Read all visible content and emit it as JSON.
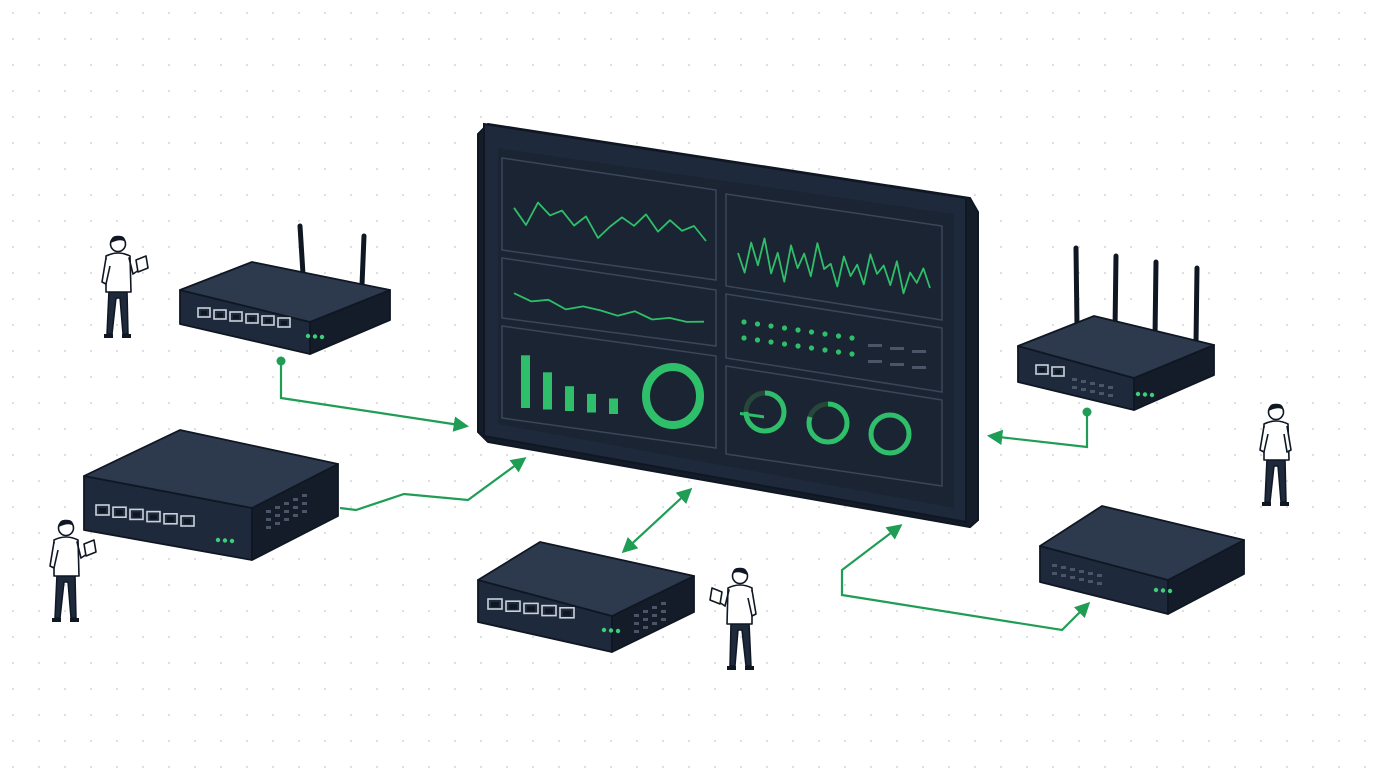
{
  "colors": {
    "background": "#ffffff",
    "dot_grid": "#dcdfe2",
    "device_top": "#2d3a4e",
    "device_front": "#1e293b",
    "device_side": "#141c2a",
    "outline": "#0f1723",
    "screen_bg": "#1b2432",
    "accent_green": "#1f9d55",
    "chart_green": "#2fbf6b",
    "port": "#c9d1da",
    "led": "#3ccf7a"
  },
  "diagram": {
    "dashboard": {
      "icon": "monitoring-dashboard-display",
      "panels": [
        {
          "type": "line",
          "values": [
            0.55,
            0.2,
            0.75,
            0.5,
            0.65,
            0.35,
            0.6,
            0.15,
            0.45,
            0.7,
            0.55,
            0.85,
            0.5,
            0.8,
            0.6,
            0.75,
            0.45
          ]
        },
        {
          "type": "waveform",
          "values": [
            0.5,
            0.2,
            0.7,
            0.35,
            0.8,
            0.25,
            0.6,
            0.15,
            0.75,
            0.4,
            0.65,
            0.3,
            0.85,
            0.45,
            0.55,
            0.2,
            0.7,
            0.4,
            0.6,
            0.3,
            0.8,
            0.5,
            0.65,
            0.35,
            0.75,
            0.25,
            0.6,
            0.45,
            0.7,
            0.4
          ]
        },
        {
          "type": "line",
          "values": [
            0.6,
            0.4,
            0.55,
            0.3,
            0.5,
            0.45,
            0.35,
            0.6,
            0.4,
            0.55,
            0.5,
            0.6
          ]
        },
        {
          "type": "indicator-grid",
          "rows": 2,
          "cols": 9
        },
        {
          "type": "bar",
          "values": [
            0.85,
            0.6,
            0.4,
            0.3,
            0.25
          ]
        },
        {
          "type": "ring",
          "values": [
            1.0
          ]
        },
        {
          "type": "status-lines"
        },
        {
          "type": "rings",
          "values": [
            0.75,
            0.8,
            1.0
          ]
        }
      ]
    },
    "devices": [
      {
        "id": "router-top-left",
        "icon": "wifi-router-icon",
        "antennas": 2,
        "ports": 6
      },
      {
        "id": "router-top-right",
        "icon": "wifi-router-icon",
        "antennas": 4,
        "ports": 2
      },
      {
        "id": "switch-left",
        "icon": "network-switch-icon",
        "antennas": 0,
        "ports": 6
      },
      {
        "id": "switch-center",
        "icon": "network-switch-icon",
        "antennas": 0,
        "ports": 5
      },
      {
        "id": "switch-right",
        "icon": "network-switch-icon",
        "antennas": 0,
        "ports": 0
      }
    ],
    "people": [
      {
        "id": "person-top-left",
        "icon": "person-with-tablet-icon",
        "holds_tablet": true
      },
      {
        "id": "person-bottom-left",
        "icon": "person-with-tablet-icon",
        "holds_tablet": true
      },
      {
        "id": "person-bottom-center",
        "icon": "person-with-tablet-icon",
        "holds_tablet": true
      },
      {
        "id": "person-right",
        "icon": "person-standing-icon",
        "holds_tablet": false
      }
    ],
    "connections": [
      {
        "from": "router-top-left",
        "to": "dashboard",
        "direction": "to-dashboard"
      },
      {
        "from": "switch-left",
        "to": "dashboard",
        "direction": "to-dashboard"
      },
      {
        "from": "switch-center",
        "to": "dashboard",
        "direction": "bidirectional"
      },
      {
        "from": "switch-right",
        "to": "dashboard",
        "direction": "bidirectional"
      },
      {
        "from": "router-top-right",
        "to": "dashboard",
        "direction": "to-dashboard"
      }
    ]
  }
}
